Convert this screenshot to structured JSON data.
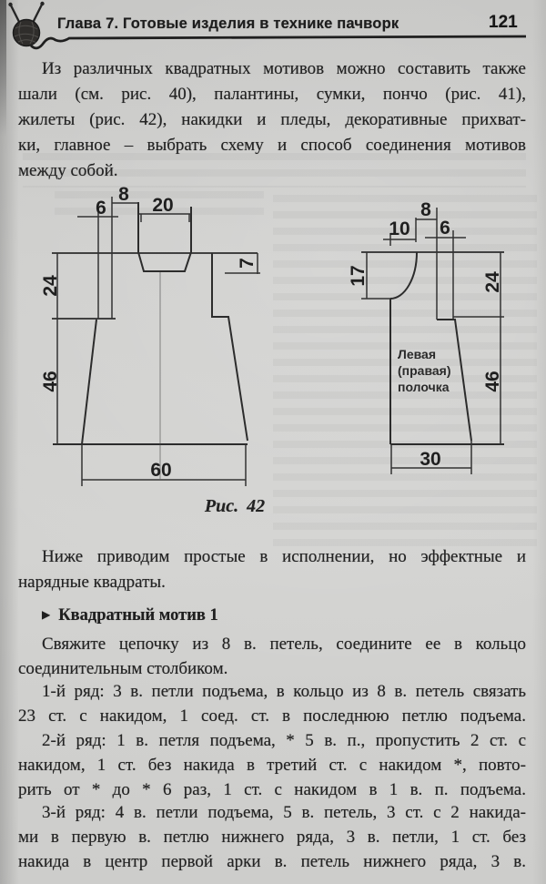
{
  "header": {
    "chapter_title": "Глава 7. Готовые изделия в технике пачворк",
    "page_number": "121"
  },
  "intro_paragraph": {
    "lines": [
      "Из различных квадратных мотивов можно составить также",
      "шали (см. рис. 40), палантины, сумки, пончо (рис. 41),",
      "жилеты (рис. 42), накидки и пледы, декоративные прихват-",
      "ки, главное – выбрать схему и способ соединения мотивов",
      "между собой."
    ]
  },
  "figure": {
    "caption_label": "Рис.",
    "caption_number": "42",
    "back_piece": {
      "dim_shoulder": "6",
      "dim_neck_back": "8",
      "dim_neck_width": "20",
      "dim_neck_depth": "7",
      "dim_armhole": "24",
      "dim_length": "46",
      "dim_bottom": "60"
    },
    "front_piece": {
      "dim_front_neck": "10",
      "dim_neck": "8",
      "dim_shoulder": "6",
      "dim_neck_depth": "17",
      "dim_armhole": "24",
      "dim_length": "46",
      "dim_bottom": "30",
      "label_line1": "Левая",
      "label_line2": "(правая)",
      "label_line3": "полочка"
    }
  },
  "squares_paragraph": {
    "lines": [
      "Ниже приводим простые в исполнении, но эффектные и",
      "нарядные квадраты."
    ]
  },
  "motif_section": {
    "marker": "▶",
    "heading": "Квадратный мотив 1"
  },
  "chain_paragraph": {
    "lines": [
      "Свяжите цепочку из 8 в. петель, соедините ее в кольцо",
      "соединительным столбиком."
    ]
  },
  "row1_paragraph": {
    "lines": [
      "1-й ряд: 3 в. петли подъема, в кольцо из 8 в. петель связать",
      "23 ст. с накидом, 1 соед. ст. в последнюю петлю подъема."
    ]
  },
  "row2_paragraph": {
    "lines": [
      "2-й ряд: 1 в. петля подъема, * 5 в. п., пропустить 2 ст. с",
      "накидом, 1 ст. без накида в третий ст. с накидом *, повто-",
      "рить от * до * 6 раз, 1 ст. с накидом в 1 в. п. подъема."
    ]
  },
  "row3_paragraph": {
    "lines": [
      "3-й ряд: 4 в. петли подъема, 5 в. петель, 3 ст. с 2 накида-",
      "ми в первую в. петлю нижнего ряда, 3 в. петли, 1 ст. без",
      "накида в центр первой арки в. петель нижнего ряда, 3 в."
    ]
  }
}
